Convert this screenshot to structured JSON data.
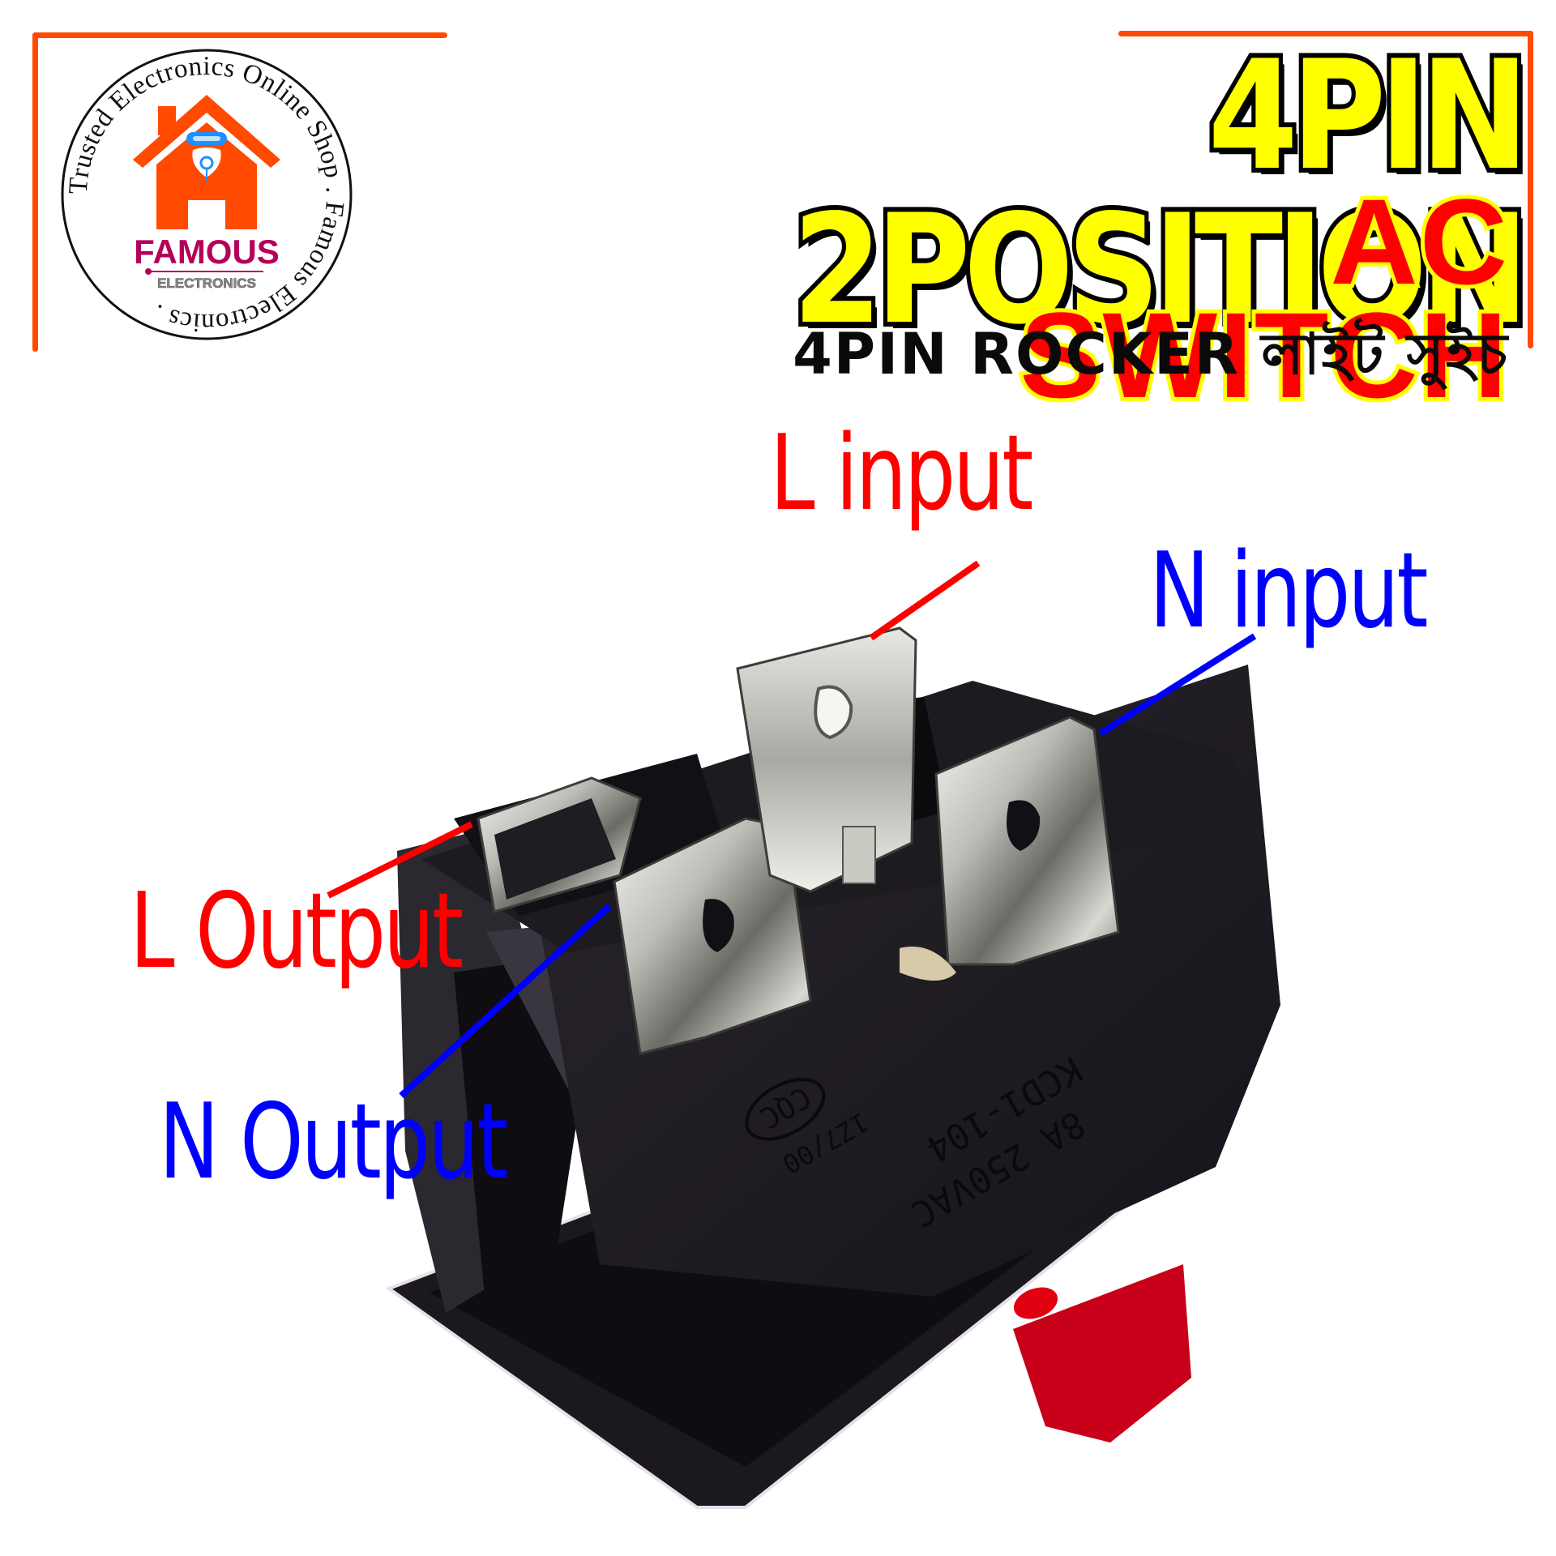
{
  "logo": {
    "ring_text": "Trusted Electronics Online Shop . Famous Electronics .",
    "brand_name": "FAMOUS",
    "brand_sub": "ELECTRONICS",
    "colors": {
      "house": "#ff4a00",
      "brand": "#b5005a",
      "sub": "#8a8a8a",
      "accent": "#1e90ff"
    }
  },
  "headline": {
    "line1": "4PIN 2POSITION",
    "line2": "AC SWITCH",
    "line3": "4PIN ROCKER লাইট সুইচ",
    "colors": {
      "line1_fill": "#ffff00",
      "line1_stroke": "#000000",
      "line2_fill": "#ff0000",
      "line2_stroke": "#ffff00",
      "line3": "#0a0a0a"
    }
  },
  "frame": {
    "color": "#ff4a00"
  },
  "diagram": {
    "pins": [
      {
        "label": "L input",
        "color": "#ff0000"
      },
      {
        "label": "N input",
        "color": "#0000ff"
      },
      {
        "label": "L Output",
        "color": "#ff0000"
      },
      {
        "label": "N Output",
        "color": "#0000ff"
      }
    ],
    "switch_markings": {
      "rating": "8A 250VAC",
      "model": "KCD1-104",
      "cert": "CQC",
      "cert_code": "1Z7/00"
    },
    "indicator_color": "#e00010"
  }
}
